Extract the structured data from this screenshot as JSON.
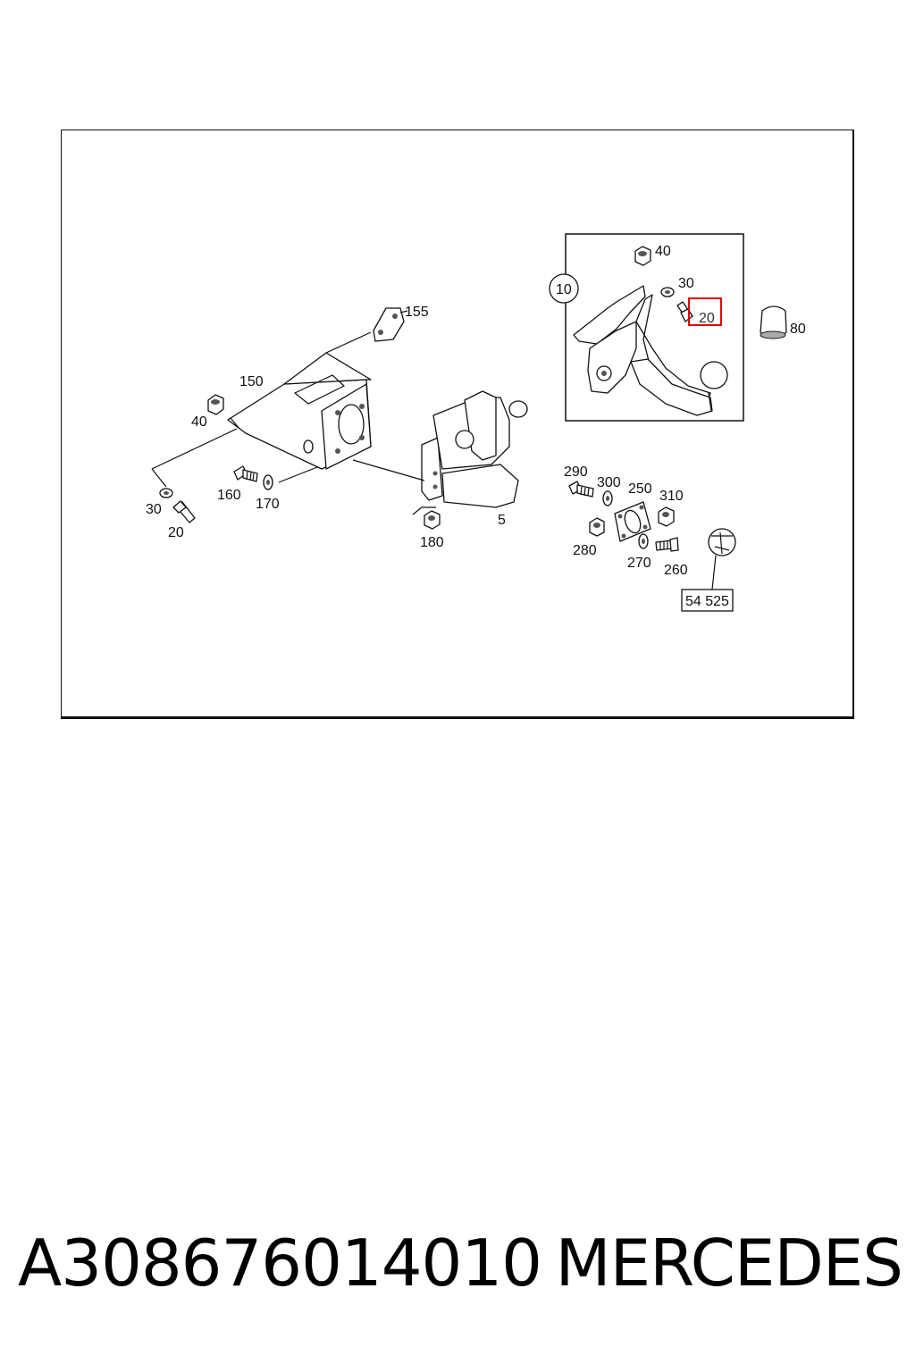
{
  "diagram": {
    "callouts": {
      "c155": "155",
      "c150": "150",
      "c40_left": "40",
      "c30_left": "30",
      "c20_left": "20",
      "c160": "160",
      "c170": "170",
      "c180": "180",
      "c5": "5",
      "c10": "10",
      "c40_right": "40",
      "c30_right": "30",
      "c20_right": "20",
      "c80": "80",
      "c290": "290",
      "c300": "300",
      "c250": "250",
      "c310": "310",
      "c280": "280",
      "c270": "270",
      "c260": "260",
      "c54525": "54 525"
    },
    "highlight_color": "#e00000"
  },
  "footer": {
    "part_number": "A308676014010",
    "brand": "MERCEDES"
  }
}
